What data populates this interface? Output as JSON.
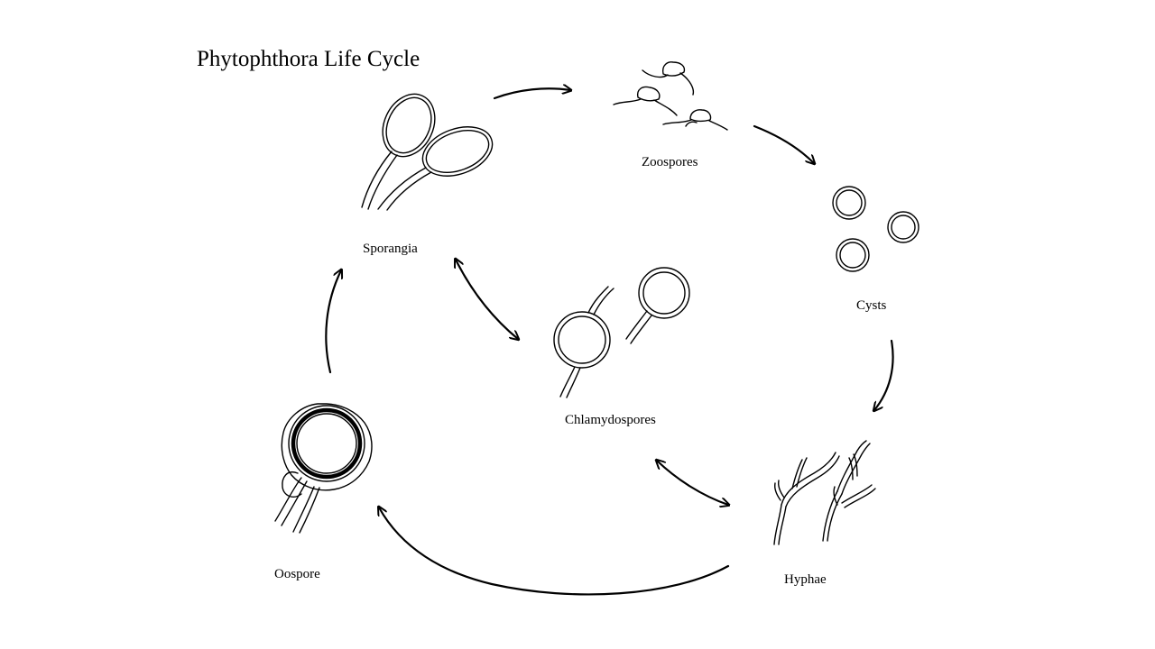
{
  "title": "Phytophthora Life Cycle",
  "stages": {
    "sporangia": "Sporangia",
    "zoospores": "Zoospores",
    "cysts": "Cysts",
    "hyphae": "Hyphae",
    "oospore": "Oospore",
    "chlamydospores": "Chlamydospores"
  }
}
